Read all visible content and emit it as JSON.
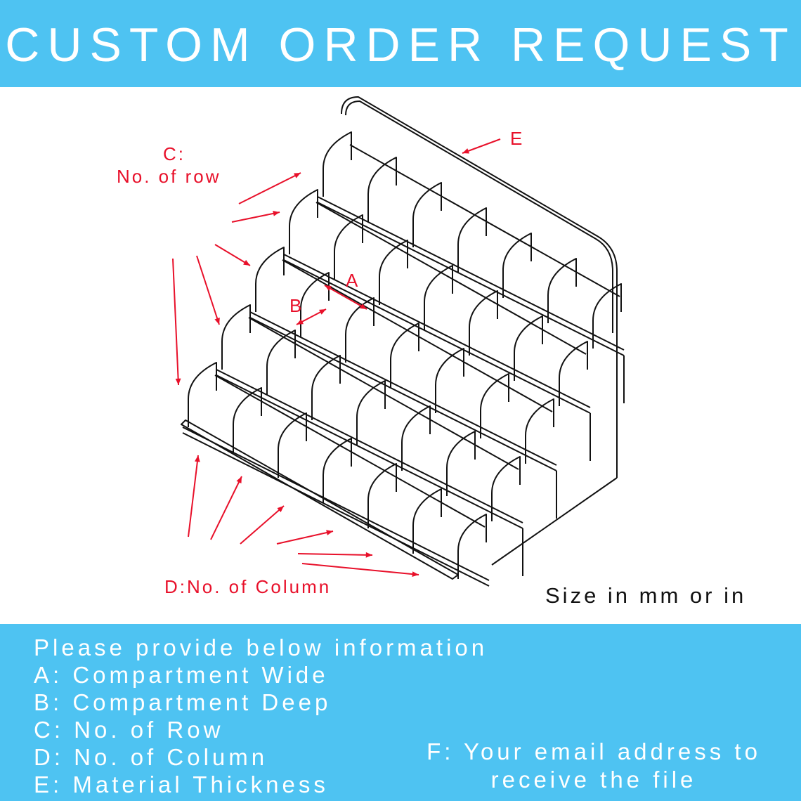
{
  "header": {
    "title": "CUSTOM ORDER REQUEST"
  },
  "diagram": {
    "labels": {
      "c_title": "C:",
      "c_text": "No. of row",
      "d_text": "D:No. of Column",
      "a": "A",
      "b": "B",
      "e": "E"
    },
    "size_note": "Size in mm or in",
    "accent_color": "#e8102a"
  },
  "info": {
    "intro": "Please provide below information",
    "items": [
      "A: Compartment Wide",
      "B: Compartment Deep",
      "C: No. of Row",
      "D: No. of Column",
      "E: Material Thickness"
    ],
    "f_line1": "F: Your email address to",
    "f_line2": "receive the file"
  },
  "colors": {
    "banner": "#4ec3f2",
    "text_on_banner": "#ffffff"
  }
}
